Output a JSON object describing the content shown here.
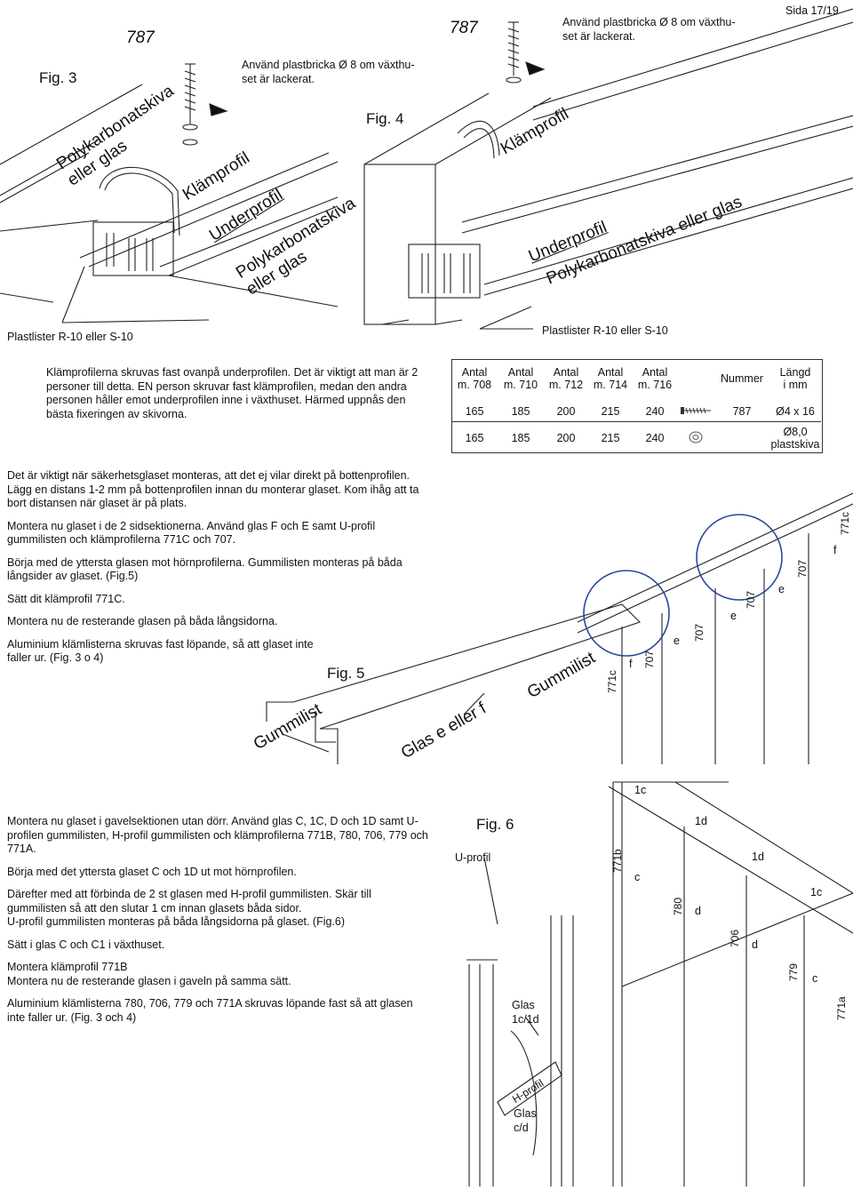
{
  "header": {
    "page": "Sida 17/19"
  },
  "top": {
    "fig3_label": "Fig. 3",
    "fig4_label": "Fig. 4",
    "num787_left": "787",
    "num787_right": "787",
    "washer_note_left": "Använd plastbricka Ø 8 om växthu-\nset är lackerat.",
    "washer_note_right": "Använd plastbricka Ø 8 om växthu-\nset är lackerat.",
    "fig3_polykarbonat": "Polykarbonatskiva\neller glas",
    "fig3_klamprofil": "Klämprofil",
    "fig3_underprofil": "Underprofil",
    "fig3_polykarbonat2": "Polykarbonatskiva\neller glas",
    "fig4_klamprofil": "Klämprofil",
    "fig4_underprofil": "Underprofil",
    "fig4_polykarbonat": "Polykarbonatskiva eller glas",
    "plastlister_left": "Plastlister R-10 eller S-10",
    "plastlister_right": "Plastlister R-10 eller S-10"
  },
  "intro_text": "Klämprofilerna skruvas fast ovanpå underprofilen. Det är viktigt att man är 2 personer till detta. EN person skruvar fast klämprofilen, medan den andra personen håller emot underprofilen inne i växthuset. Härmed uppnås den bästa fixeringen av skivorna.",
  "spec_table": {
    "headers": [
      "Antal\nm. 708",
      "Antal\nm. 710",
      "Antal\nm. 712",
      "Antal\nm. 714",
      "Antal\nm. 716",
      "",
      "Nummer",
      "Längd\ni mm"
    ],
    "rows": [
      [
        "165",
        "185",
        "200",
        "215",
        "240",
        "screw-icon",
        "787",
        "Ø4 x 16"
      ],
      [
        "165",
        "185",
        "200",
        "215",
        "240",
        "washer-icon",
        "",
        "Ø8,0\nplastskiva"
      ]
    ]
  },
  "section2": {
    "paragraphs": [
      "Det är viktigt när säkerhetsglaset monteras, att det ej vilar direkt på bottenprofilen. Lägg en distans 1-2 mm på bottenprofilen innan du monterar glaset. Kom ihåg att ta bort distansen när glaset är på plats.",
      "Montera nu glaset i de 2 sidsektionerna. Använd glas F och E samt U-profil gummilisten och klämprofilerna 771C och 707.",
      "Börja med de yttersta glasen mot hörnprofilerna. Gummilisten monteras på båda långsider av glaset. (Fig.5)",
      "Sätt dit klämprofil 771C.",
      "Montera nu de resterande glasen på båda långsidorna.",
      "Aluminium klämlisterna skruvas fast löpande, så att glaset inte faller ur. (Fig. 3 o 4)"
    ],
    "fig5_label": "Fig. 5",
    "gummilist_left": "Gummilist",
    "gummilist_right": "Gummilist",
    "glas_e_f": "Glas e eller f",
    "fig5_labels": [
      "771c",
      "f",
      "707",
      "e",
      "707",
      "e",
      "707",
      "e",
      "707",
      "f",
      "771c"
    ]
  },
  "section3": {
    "paragraphs": [
      "Montera nu glaset i gavelsektionen utan dörr. Använd glas C, 1C, D och 1D samt U-profilen gummilisten, H-profil gummilisten och klämprofilerna 771B, 780, 706, 779 och 771A.",
      "Börja med det yttersta glaset C och 1D ut mot hörnprofilen.",
      "Därefter med att förbinda de 2 st glasen med H-profil gummilisten. Skär till gummilisten så att den slutar 1 cm innan glasets båda sidor.\nU-profil gummilisten monteras på båda långsidorna på glaset. (Fig.6)",
      "Sätt i glas C och C1 i växthuset.",
      "Montera klämprofil 771B\nMontera nu de resterande glasen i gaveln på samma sätt.",
      "Aluminium klämlisterna 780, 706, 779 och 771A skruvas löpande fast så att glasen inte faller ur. (Fig. 3 och 4)"
    ],
    "fig6_label": "Fig. 6",
    "u_profil": "U-profil",
    "h_profil": "H-profil",
    "glas_1c_1d": "Glas\n1c/1d",
    "glas_c_d": "Glas\nc/d",
    "fig6_labels": [
      "1c",
      "1d",
      "1d",
      "1c",
      "771b",
      "c",
      "780",
      "d",
      "706",
      "d",
      "779",
      "c",
      "771a"
    ]
  }
}
